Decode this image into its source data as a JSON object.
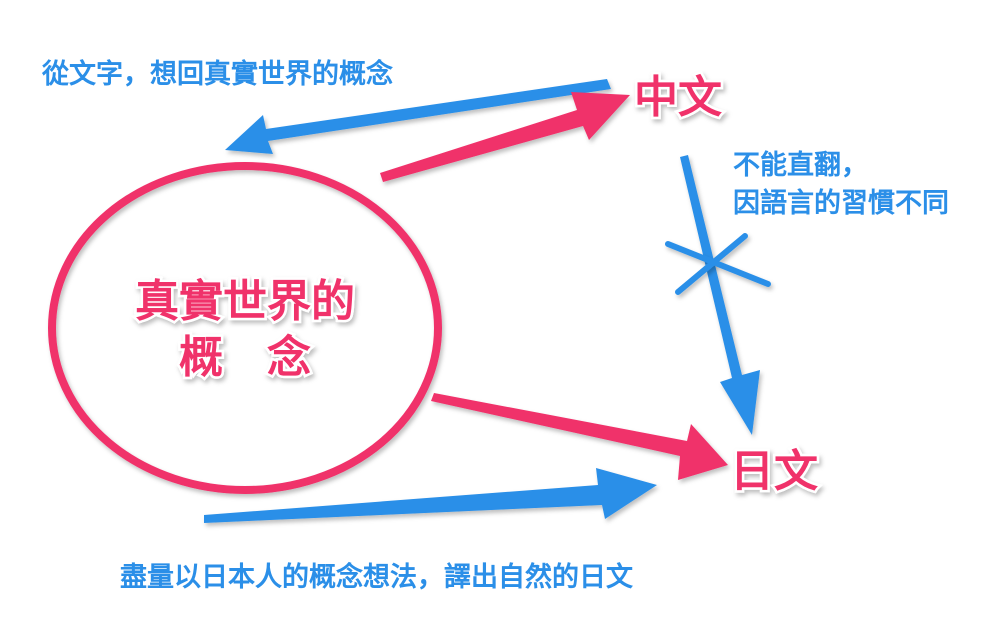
{
  "center": {
    "line1": "真實世界的",
    "line2": "概　念"
  },
  "nodes": {
    "chinese": "中文",
    "japanese": "日文"
  },
  "annotations": {
    "top_left": "從文字，想回真實世界的概念",
    "right_line1": "不能直翻，",
    "right_line2": "因語言的習慣不同",
    "bottom": "盡量以日本人的概念想法，譯出自然的日文"
  },
  "colors": {
    "pink": "#f0306b",
    "blue": "#2b8fe8",
    "background": "#ffffff"
  }
}
